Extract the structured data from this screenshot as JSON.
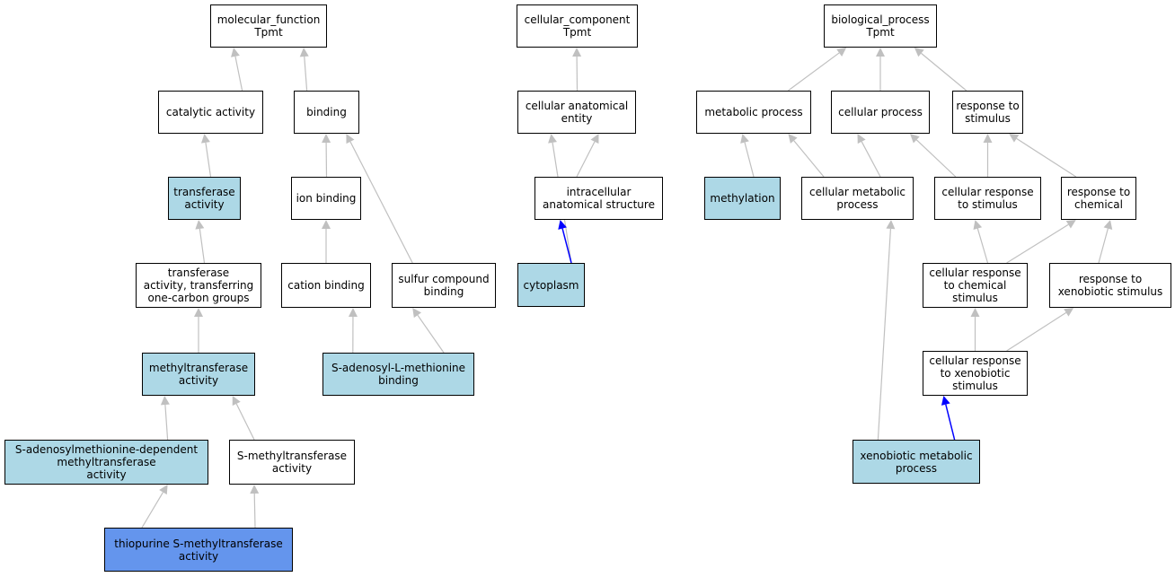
{
  "colors": {
    "plain": "#ffffff",
    "annotated": "#add8e6",
    "focus": "#6495ed",
    "edge_is_a": "#c0c0c0",
    "edge_part_of": "#0000ff"
  },
  "nodes": {
    "mf": {
      "label": "molecular_function\nTpmt",
      "fill": "plain"
    },
    "catalytic": {
      "label": "catalytic activity",
      "fill": "plain"
    },
    "binding": {
      "label": "binding",
      "fill": "plain"
    },
    "transferase": {
      "label": "transferase\nactivity",
      "fill": "annotated"
    },
    "ion_binding": {
      "label": "ion binding",
      "fill": "plain"
    },
    "transferase_one_carbon": {
      "label": "transferase\nactivity, transferring\none-carbon groups",
      "fill": "plain"
    },
    "cation_binding": {
      "label": "cation binding",
      "fill": "plain"
    },
    "sulfur_compound_binding": {
      "label": "sulfur compound\nbinding",
      "fill": "plain"
    },
    "methyltransferase": {
      "label": "methyltransferase\nactivity",
      "fill": "annotated"
    },
    "sam_binding": {
      "label": "S-adenosyl-L-methionine\nbinding",
      "fill": "annotated"
    },
    "sam_dependent_mt": {
      "label": "S-adenosylmethionine-dependent\nmethyltransferase\nactivity",
      "fill": "annotated"
    },
    "s_methyltransferase": {
      "label": "S-methyltransferase\nactivity",
      "fill": "plain"
    },
    "thiopurine_mt": {
      "label": "thiopurine S-methyltransferase\nactivity",
      "fill": "focus"
    },
    "cc": {
      "label": "cellular_component\nTpmt",
      "fill": "plain"
    },
    "cellular_anatomical_entity": {
      "label": "cellular anatomical\nentity",
      "fill": "plain"
    },
    "intracellular_structure": {
      "label": "intracellular\nanatomical structure",
      "fill": "plain"
    },
    "cytoplasm": {
      "label": "cytoplasm",
      "fill": "annotated"
    },
    "bp": {
      "label": "biological_process\nTpmt",
      "fill": "plain"
    },
    "metabolic_process": {
      "label": "metabolic process",
      "fill": "plain"
    },
    "cellular_process": {
      "label": "cellular process",
      "fill": "plain"
    },
    "response_to_stimulus": {
      "label": "response to\nstimulus",
      "fill": "plain"
    },
    "methylation": {
      "label": "methylation",
      "fill": "annotated"
    },
    "cellular_metabolic_process": {
      "label": "cellular metabolic\nprocess",
      "fill": "plain"
    },
    "cellular_response_to_stimulus": {
      "label": "cellular response\nto stimulus",
      "fill": "plain"
    },
    "response_to_chemical": {
      "label": "response to\nchemical",
      "fill": "plain"
    },
    "cellular_response_to_chemical": {
      "label": "cellular response\nto chemical\nstimulus",
      "fill": "plain"
    },
    "response_to_xenobiotic": {
      "label": "response to\nxenobiotic stimulus",
      "fill": "plain"
    },
    "cellular_response_to_xenobiotic": {
      "label": "cellular response\nto xenobiotic\nstimulus",
      "fill": "plain"
    },
    "xenobiotic_metabolic_process": {
      "label": "xenobiotic metabolic\nprocess",
      "fill": "annotated"
    }
  },
  "edges": [
    {
      "from": "catalytic",
      "to": "mf",
      "type": "is_a"
    },
    {
      "from": "binding",
      "to": "mf",
      "type": "is_a"
    },
    {
      "from": "transferase",
      "to": "catalytic",
      "type": "is_a"
    },
    {
      "from": "ion_binding",
      "to": "binding",
      "type": "is_a"
    },
    {
      "from": "sulfur_compound_binding",
      "to": "binding",
      "type": "is_a"
    },
    {
      "from": "transferase_one_carbon",
      "to": "transferase",
      "type": "is_a"
    },
    {
      "from": "cation_binding",
      "to": "ion_binding",
      "type": "is_a"
    },
    {
      "from": "methyltransferase",
      "to": "transferase_one_carbon",
      "type": "is_a"
    },
    {
      "from": "sam_binding",
      "to": "cation_binding",
      "type": "is_a"
    },
    {
      "from": "sam_binding",
      "to": "sulfur_compound_binding",
      "type": "is_a"
    },
    {
      "from": "sam_dependent_mt",
      "to": "methyltransferase",
      "type": "is_a"
    },
    {
      "from": "s_methyltransferase",
      "to": "methyltransferase",
      "type": "is_a"
    },
    {
      "from": "thiopurine_mt",
      "to": "sam_dependent_mt",
      "type": "is_a"
    },
    {
      "from": "thiopurine_mt",
      "to": "s_methyltransferase",
      "type": "is_a"
    },
    {
      "from": "cellular_anatomical_entity",
      "to": "cc",
      "type": "is_a"
    },
    {
      "from": "intracellular_structure",
      "to": "cellular_anatomical_entity",
      "type": "is_a"
    },
    {
      "from": "cytoplasm",
      "to": "cellular_anatomical_entity",
      "type": "is_a"
    },
    {
      "from": "cytoplasm",
      "to": "intracellular_structure",
      "type": "part_of"
    },
    {
      "from": "metabolic_process",
      "to": "bp",
      "type": "is_a"
    },
    {
      "from": "cellular_process",
      "to": "bp",
      "type": "is_a"
    },
    {
      "from": "response_to_stimulus",
      "to": "bp",
      "type": "is_a"
    },
    {
      "from": "methylation",
      "to": "metabolic_process",
      "type": "is_a"
    },
    {
      "from": "cellular_metabolic_process",
      "to": "metabolic_process",
      "type": "is_a"
    },
    {
      "from": "cellular_metabolic_process",
      "to": "cellular_process",
      "type": "is_a"
    },
    {
      "from": "cellular_response_to_stimulus",
      "to": "cellular_process",
      "type": "is_a"
    },
    {
      "from": "cellular_response_to_stimulus",
      "to": "response_to_stimulus",
      "type": "is_a"
    },
    {
      "from": "response_to_chemical",
      "to": "response_to_stimulus",
      "type": "is_a"
    },
    {
      "from": "cellular_response_to_chemical",
      "to": "cellular_response_to_stimulus",
      "type": "is_a"
    },
    {
      "from": "cellular_response_to_chemical",
      "to": "response_to_chemical",
      "type": "is_a"
    },
    {
      "from": "response_to_xenobiotic",
      "to": "response_to_chemical",
      "type": "is_a"
    },
    {
      "from": "cellular_response_to_xenobiotic",
      "to": "cellular_response_to_chemical",
      "type": "is_a"
    },
    {
      "from": "cellular_response_to_xenobiotic",
      "to": "response_to_xenobiotic",
      "type": "is_a"
    },
    {
      "from": "xenobiotic_metabolic_process",
      "to": "cellular_metabolic_process",
      "type": "is_a"
    },
    {
      "from": "xenobiotic_metabolic_process",
      "to": "cellular_response_to_xenobiotic",
      "type": "part_of"
    }
  ]
}
